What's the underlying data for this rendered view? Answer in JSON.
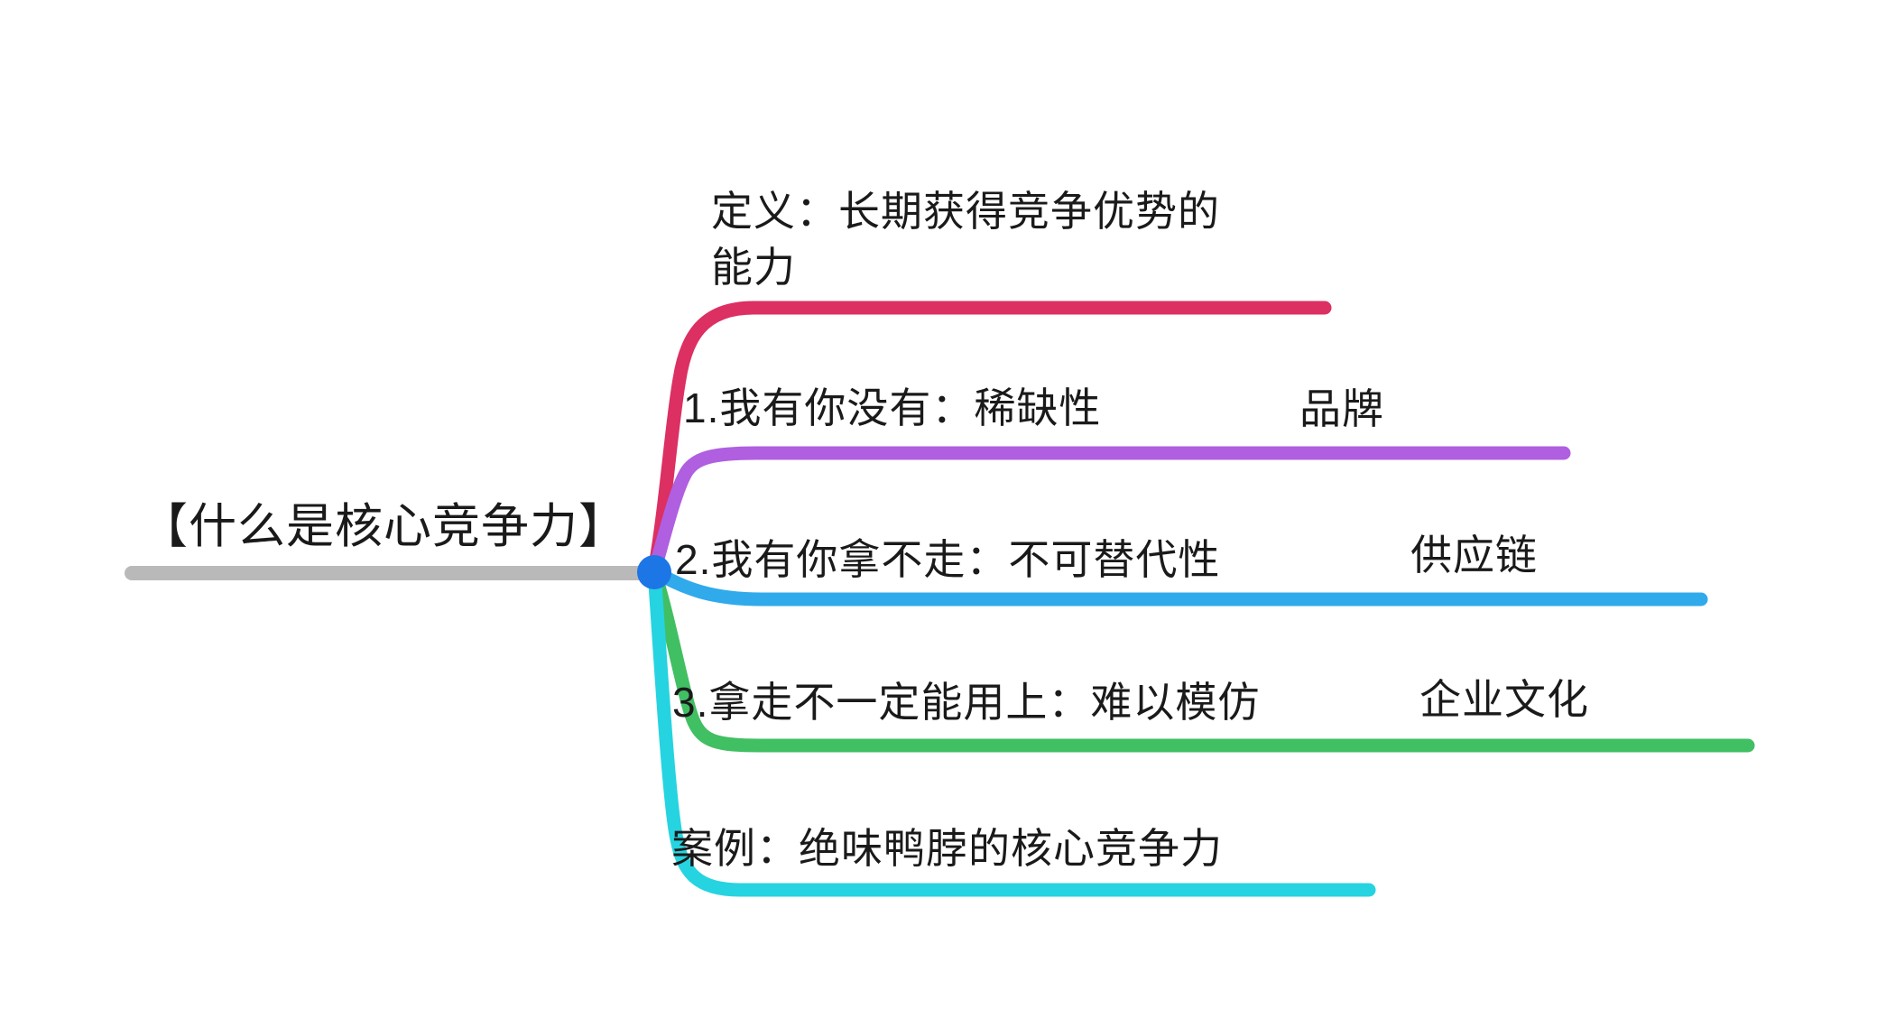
{
  "root": {
    "label": "【什么是核心竞争力】"
  },
  "colors": {
    "root_underline": "#b9b9b9",
    "hub_dot": "#1c76e6",
    "text": "#1a1a1a",
    "background": "#ffffff"
  },
  "branches": [
    {
      "id": "definition",
      "text": "定义：长期获得竞争优势的\n能力",
      "color": "#dc2f62",
      "child": ""
    },
    {
      "id": "scarcity",
      "text": "1.我有你没有：稀缺性",
      "color": "#af5fe0",
      "child": "品牌"
    },
    {
      "id": "irreplaceability",
      "text": "2.我有你拿不走：不可替代性",
      "color": "#30aaeb",
      "child": "供应链"
    },
    {
      "id": "hard-to-imitate",
      "text": "3.拿走不一定能用上：难以模仿",
      "color": "#41bf63",
      "child": "企业文化"
    },
    {
      "id": "case-study",
      "text": "案例：绝味鸭脖的核心竞争力",
      "color": "#25d4e0",
      "child": ""
    }
  ]
}
